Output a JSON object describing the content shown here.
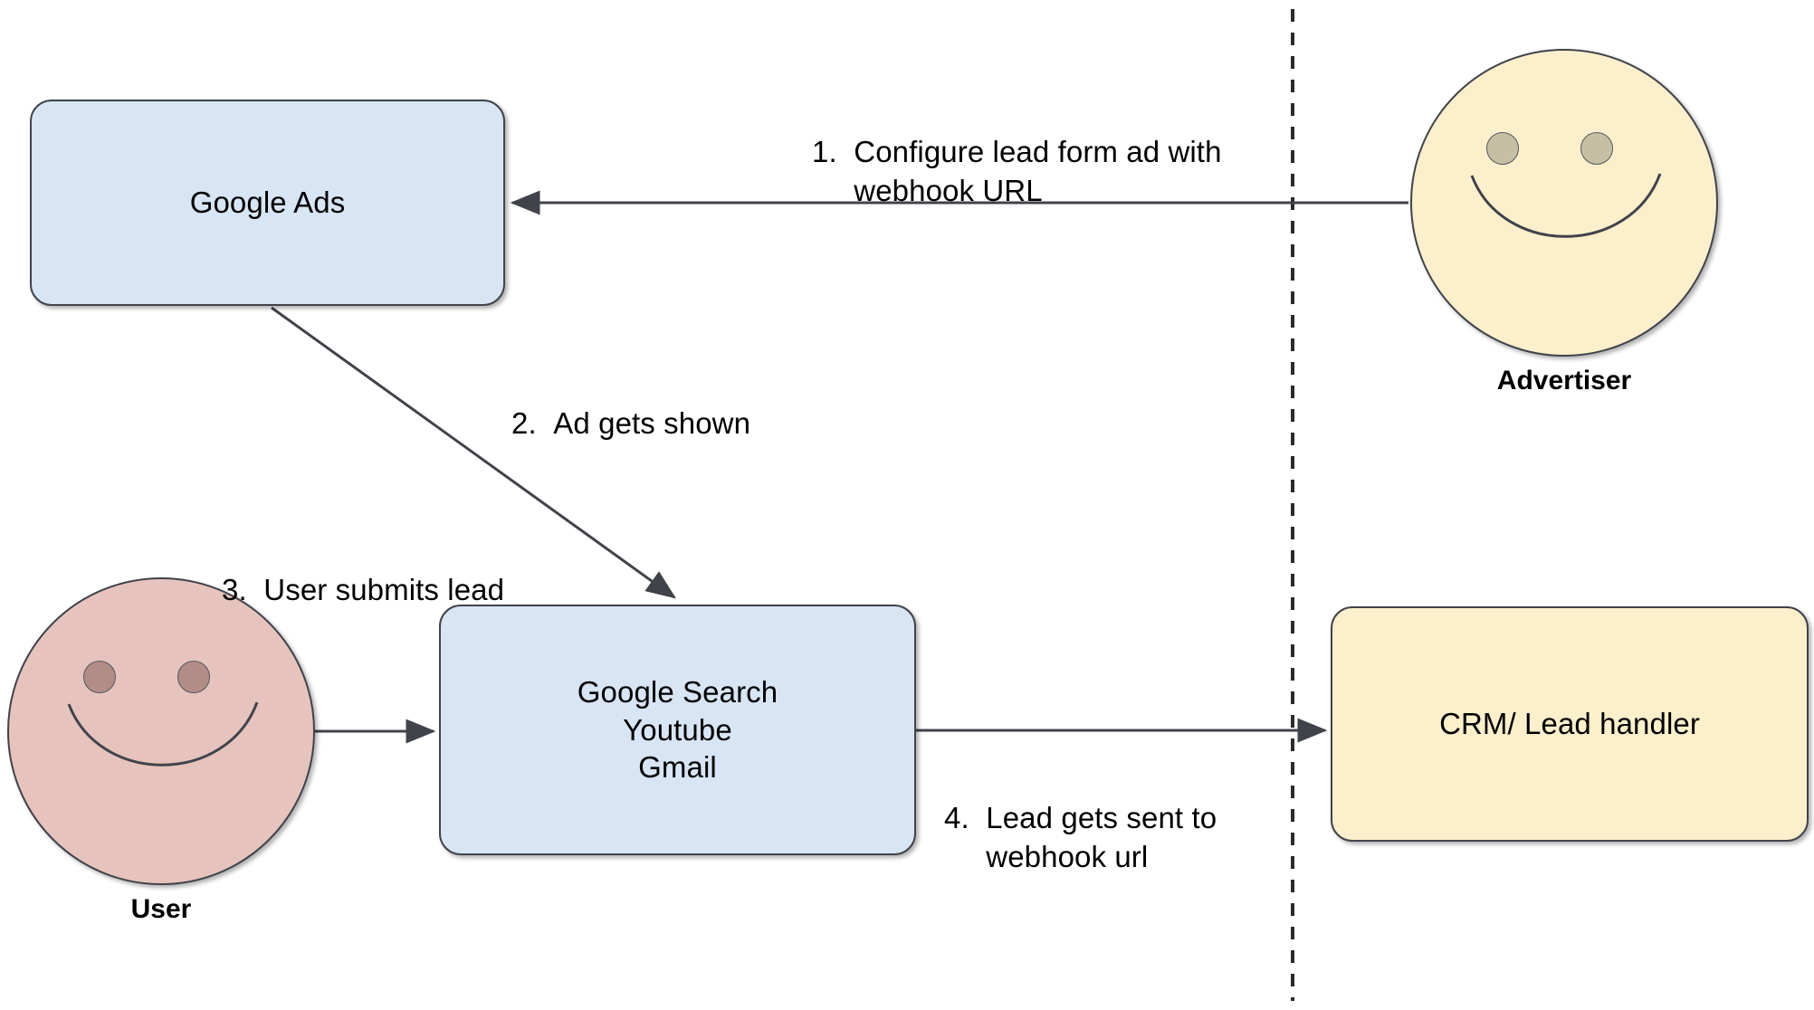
{
  "diagram": {
    "title": "Google Ads lead form webhook flow",
    "divider": {
      "name": "vertical-dashed-boundary",
      "style": "dashed"
    },
    "colors": {
      "box_blue": "#d7e5f5",
      "box_cream": "#fbefcc",
      "face_user": "#e6c4bd",
      "face_advertiser": "#fbefcc",
      "eye_advertiser": "#c7bfa3",
      "eye_user": "#b28d86",
      "stroke": "#41434a",
      "text": "#000000",
      "background": "#ffffff"
    }
  },
  "nodes": {
    "google_ads": {
      "label": "Google Ads"
    },
    "google_properties": {
      "label": "Google Search\nYoutube\nGmail"
    },
    "crm": {
      "label": "CRM/ Lead handler"
    },
    "advertiser": {
      "caption": "Advertiser"
    },
    "user": {
      "caption": "User"
    }
  },
  "steps": [
    {
      "number": "1.",
      "text": "Configure lead form ad with\nwebhook URL",
      "full": "1.  Configure lead form ad with webhook URL",
      "from": "advertiser",
      "to": "google_ads"
    },
    {
      "number": "2.",
      "text": "Ad gets shown",
      "full": "2.  Ad gets shown",
      "from": "google_ads",
      "to": "google_properties"
    },
    {
      "number": "3.",
      "text": "User submits lead",
      "full": "3.  User submits lead",
      "from": "user",
      "to": "google_properties"
    },
    {
      "number": "4.",
      "text": "Lead gets sent to\nwebhook url",
      "full": "4.  Lead gets sent to webhook url",
      "from": "google_properties",
      "to": "crm"
    }
  ]
}
